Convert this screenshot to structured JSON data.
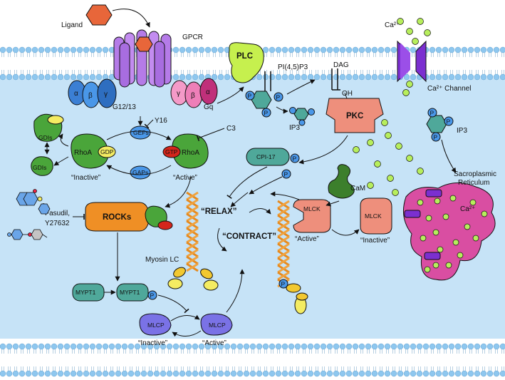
{
  "membrane": {
    "ca_ion": "Ca²⁺",
    "ca_channel": "Ca²⁺ Channel"
  },
  "receptor": {
    "ligand": "Ligand",
    "gpcr": "GPCR"
  },
  "g12": {
    "alpha": "α",
    "beta": "β",
    "gamma": "γ",
    "label": "G12/13"
  },
  "gq": {
    "gamma": "γ",
    "beta": "β",
    "alpha": "α",
    "label": "Gq"
  },
  "plc": {
    "label": "PLC",
    "pip3": "PI(4,5)P3",
    "dag": "DAG",
    "oh": "OH",
    "ip3": "IP3",
    "p": "P"
  },
  "pkc": {
    "label": "PKC"
  },
  "rho": {
    "y16": "Y16",
    "gefs": "GEFs",
    "gaps": "GAPs",
    "c3": "C3",
    "gdi1": "GDIs",
    "gdi2": "GDIs",
    "rhoa_inactive": "RhoA",
    "gdp": "GDP",
    "inactive": "“Inactive”",
    "rhoa_active": "RhoA",
    "gtp": "GTP",
    "active": "“Active”"
  },
  "rock": {
    "label": "ROCKs",
    "inhibitors": "Fasudil,\nY27632",
    "inhibitor_line1": "Fasudil,",
    "inhibitor_line2": "Y27632"
  },
  "mypt": {
    "mypt1": "MYPT1",
    "mypt1_p": "MYPT1"
  },
  "mlcp": {
    "inactive_label": "MLCP",
    "active_label": "MLCP",
    "inactive": "“Inactive”",
    "active": "“Active”"
  },
  "contract": {
    "relax": "“RELAX”",
    "contract": "“CONTRACT”",
    "myosin": "Myosin LC"
  },
  "cpi": {
    "label": "CPI-17"
  },
  "mlck": {
    "active_label": "MLCK",
    "inactive_label": "MLCK",
    "active": "“Active”",
    "inactive": "“Inactive”",
    "cam": "CaM"
  },
  "sr": {
    "title_line1": "Sacroplasmic",
    "title_line2": "Reticulum",
    "ca": "Ca²⁺",
    "ip3": "IP3"
  }
}
